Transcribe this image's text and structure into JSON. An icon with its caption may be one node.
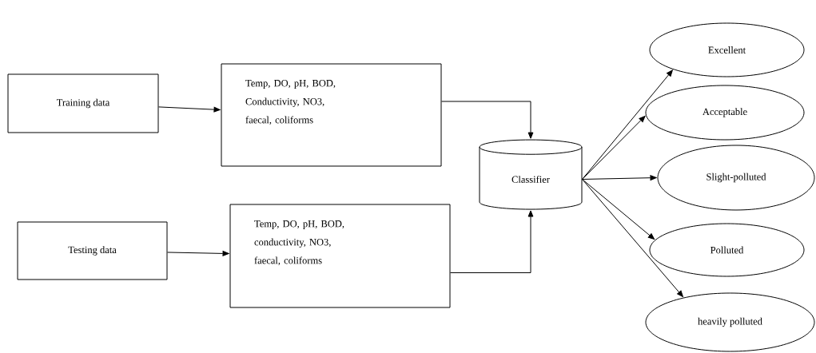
{
  "diagram": {
    "nodes": [
      {
        "text": [
          "Training data"
        ]
      },
      {
        "text": [
          "Temp, DO, pH, BOD, Conductivity, NO3, faecal, coliforms"
        ]
      },
      {
        "text": [
          "Testing data"
        ]
      },
      {
        "text": [
          "Temp, DO, pH, BOD, conductivity, NO3, faecal, coliforms"
        ]
      },
      {
        "text": [
          "Classifier"
        ]
      },
      {
        "text": [
          "Excellent"
        ]
      },
      {
        "text": [
          "Acceptable"
        ]
      },
      {
        "text": [
          "Slight-polluted"
        ]
      },
      {
        "text": [
          "Polluted"
        ]
      },
      {
        "text": [
          "heavily polluted"
        ]
      }
    ],
    "edges": [
      {
        "from": 0,
        "to": 1,
        "arrow": "to"
      },
      {
        "from": 2,
        "to": 3,
        "arrow": "to"
      },
      {
        "from": 1,
        "to": 4,
        "arrow": "to"
      },
      {
        "from": 3,
        "to": 4,
        "arrow": "to"
      },
      {
        "from": 4,
        "to": 5,
        "arrow": "to"
      },
      {
        "from": 4,
        "to": 6,
        "arrow": "to"
      },
      {
        "from": 4,
        "to": 7,
        "arrow": "to"
      },
      {
        "from": 4,
        "to": 8,
        "arrow": "to"
      },
      {
        "from": 4,
        "to": 9,
        "arrow": "to"
      }
    ]
  }
}
